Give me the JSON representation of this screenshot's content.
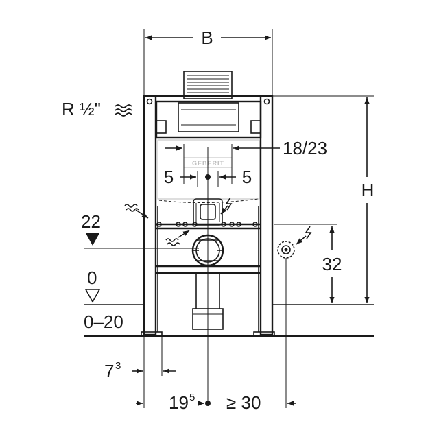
{
  "labels": {
    "width": "B",
    "height": "H",
    "water_connection": "R ½\"",
    "flush_spacing": "18/23",
    "offset_left": "5",
    "offset_right": "5",
    "level_22": "22",
    "level_0": "0",
    "floor_range": "0–20",
    "electrical_height": "32",
    "foot_offset_base": "7",
    "foot_offset_sup": "3",
    "drain_offset_base": "19",
    "drain_offset_sup": "5",
    "min_distance": "≥ 30",
    "brand": "GEBERIT"
  },
  "colors": {
    "line": "#1a1a1a",
    "light": "#bdbdbd",
    "background": "#ffffff"
  },
  "icons": [
    "water-wave-icon",
    "level-triangle-icon",
    "lightning-icon",
    "socket-icon"
  ]
}
